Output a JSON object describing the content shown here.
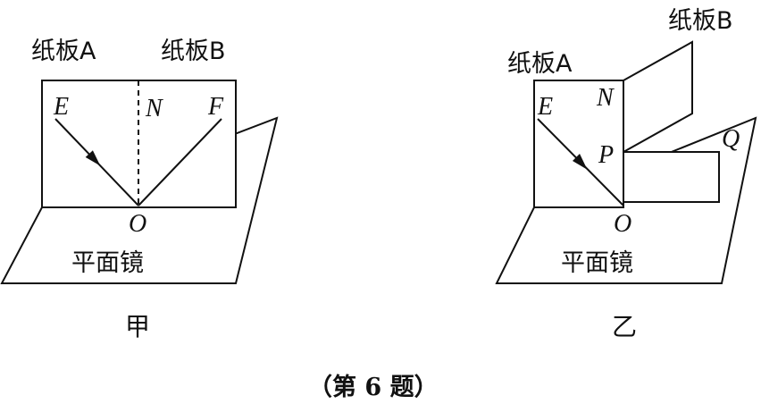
{
  "figure_left": {
    "caption": "甲",
    "board_a_label": "纸板A",
    "board_b_label": "纸板B",
    "mirror_label": "平面镜",
    "point_e": "E",
    "point_n": "N",
    "point_f": "F",
    "point_o": "O"
  },
  "figure_right": {
    "caption": "乙",
    "board_a_label": "纸板A",
    "board_b_label": "纸板B",
    "mirror_label": "平面镜",
    "point_e": "E",
    "point_n": "N",
    "point_p": "P",
    "point_q": "Q",
    "point_o": "O"
  },
  "question_label": "（第 6 题）"
}
